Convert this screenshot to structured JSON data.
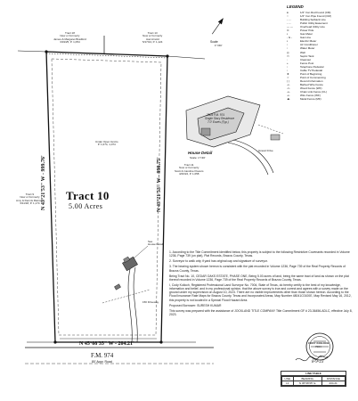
{
  "tract": {
    "title": "Tract 10",
    "acres": "5.00 Acres"
  },
  "bearings": {
    "west": "N 43°21'53\" W - 999.76'",
    "east": "N 43°21'53\" W - 999.75'",
    "south": "N 45°08'35\" W - 204.21'"
  },
  "road": {
    "name": "F.M. 974",
    "sub": "80' Appr. Road"
  },
  "adjoiners": {
    "north_left": "Tract 18\nNow or Formerly\nJames & Margaret Bradford\n3/19/25, P. 1,054",
    "north_right": "Tract 13\nNow or Formerly\nJoel Arnold\n5/17/24, P. 1,124",
    "west": "Tract 9\nNow or Formerly\nAmy & Dennis Ramsey\n3/11/18, P. 1,174",
    "east": "Tract 11\nNow or Formerly\nScott & Caroline Powers\n4/20/24, P. 1,058",
    "fence": "Under Open Grotto\nP. 1,074, 1,074",
    "house_detail": "See\nHouse Detail",
    "driveway": "15ft Driveway"
  },
  "scale": {
    "label": "Scale",
    "value": "1\"=60'"
  },
  "house_detail": {
    "title": "House Detail",
    "scale": "Scale: 1\"=30'",
    "residence_line1": "2505 F.M. 974",
    "residence_line2": "Single Story Residence",
    "residence_line3": "7.0' Eaves (Typ.)",
    "driveway_label": "Gravel Drive"
  },
  "legend": {
    "title": "LEGEND",
    "items": [
      "1/2\" Iron Rod Found (CM)",
      "1/2\" Iron Pipe Found (CM)",
      "Building Setback Line",
      "Public Utility Easement",
      "Overhead Utility Line",
      "Power Pole",
      "Gas Meter",
      "Gas Line",
      "Electric Meter",
      "Air Conditioner",
      "Water Meter",
      "Well",
      "Septic Tank",
      "Cleanout",
      "Fence Post",
      "Telephone Pedestal",
      "Cable TV Pedestal",
      "Point of Beginning",
      "Point of Commencing",
      "Record Information",
      "Barbed Wire Fence",
      "Wood Fence (WF)",
      "Chain Link Fence (CL)",
      "Wire Fence (WF)",
      "Metal Fence (MF)"
    ]
  },
  "notes": [
    "1. According to the Title Commitment identified below, this property is subject to the following Restrictive Covenants recorded in Volume 1236, Page 739 (on plat), Plat Records, Brazos County, Texas.",
    "2. Surveyor to walk only if yard has original cap and signature of surveyor.",
    "3. The bearing system shown hereon is consistent with the plat recorded in Volume 1236, Page 739 of the Real Property Records of Brazos County, Texas.",
    "Being Tract No. 10, CEDAR OAKS ESTATE, PHASE ONE, Being 5.00 acres of land, being the same tract of land as shown on the plat thereof recorded in Volume 1236, Page 739 of the Real Property Records of Brazos County, Texas.",
    "I, Cody Koiloch, Registered Professional Land Surveyor No. 7004, State of Texas, do hereby certify to the best of my knowledge, information and belief, and in my professional opinion, that the above survey is true and correct and agrees with a survey made on the ground under my supervision on August 10, 2023. There are no visible improvements other than those shown hereon. According to the Flood Insurance Rate Maps for Brazos County, Texas and Incorporated Areas, Map Number 48041C0100E, Map Revised May 16, 2012, this property is not located in a Special Flood Hazard Area.",
    "Proposed Borrower: SURESH KUMAR",
    "This survey was prepared with the assistance of JOCKLAND TITLE COMPANY Title Commitment GF # 23-36456-ADLC, effective July 8, 2023."
  ],
  "stamp": {
    "name": "CODY KOILOCH",
    "number": "7004",
    "date": "8-9-23"
  },
  "line_table": {
    "caption": "LINE TABLE",
    "headers": [
      "LINE",
      "BEARING",
      "DISTANCE"
    ],
    "rows": [
      [
        "L1",
        "N 45°08'35\" E",
        "204.21'"
      ]
    ]
  }
}
